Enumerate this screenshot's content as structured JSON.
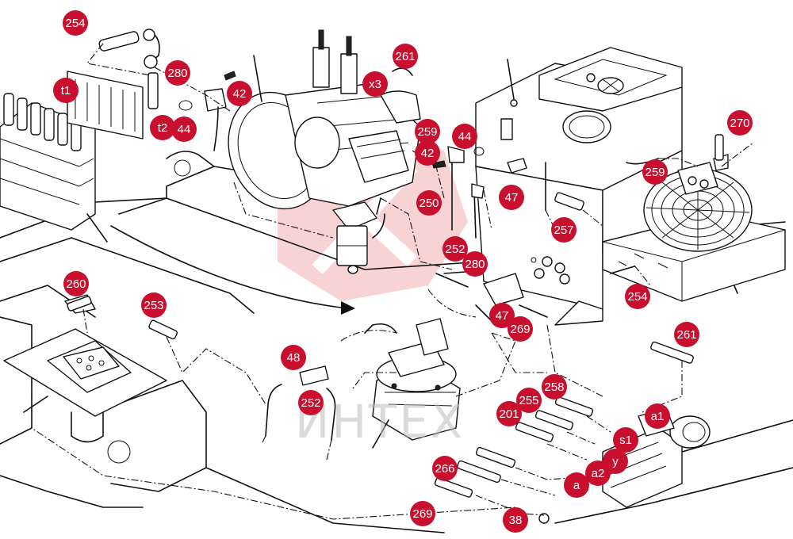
{
  "colors": {
    "callout_fill": "#c8102e",
    "callout_text": "#ffffff",
    "line": "#111111",
    "watermark": "#e23b3b"
  },
  "watermark": {
    "text": "ИНТЕХ"
  },
  "callouts": [
    {
      "label": "254"
    },
    {
      "label": "t1"
    },
    {
      "label": "280"
    },
    {
      "label": "42"
    },
    {
      "label": "t2"
    },
    {
      "label": "44"
    },
    {
      "label": "261"
    },
    {
      "label": "x3"
    },
    {
      "label": "259"
    },
    {
      "label": "42"
    },
    {
      "label": "44"
    },
    {
      "label": "250"
    },
    {
      "label": "47"
    },
    {
      "label": "252"
    },
    {
      "label": "280"
    },
    {
      "label": "257"
    },
    {
      "label": "270"
    },
    {
      "label": "259"
    },
    {
      "label": "254"
    },
    {
      "label": "260"
    },
    {
      "label": "253"
    },
    {
      "label": "47"
    },
    {
      "label": "269"
    },
    {
      "label": "48"
    },
    {
      "label": "252"
    },
    {
      "label": "261"
    },
    {
      "label": "258"
    },
    {
      "label": "255"
    },
    {
      "label": "201"
    },
    {
      "label": "a1"
    },
    {
      "label": "s1"
    },
    {
      "label": "y"
    },
    {
      "label": "a2"
    },
    {
      "label": "a"
    },
    {
      "label": "266"
    },
    {
      "label": "269"
    },
    {
      "label": "38"
    }
  ]
}
